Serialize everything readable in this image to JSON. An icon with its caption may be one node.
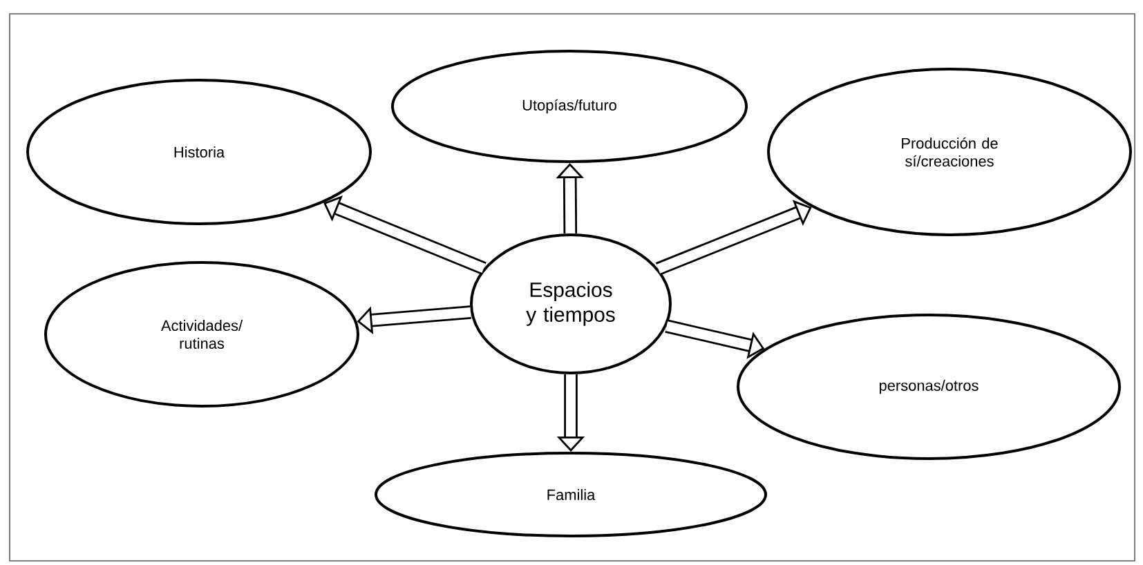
{
  "diagram": {
    "nodes": [
      {
        "text": [
          "Utopías/futuro"
        ]
      },
      {
        "text": [
          "Historia"
        ]
      },
      {
        "text": [
          "Producción de sí/creaciones"
        ]
      },
      {
        "text": [
          "Espacios y tiempos"
        ]
      },
      {
        "text": [
          "Actividades/ rutinas"
        ]
      },
      {
        "text": [
          "personas/otros"
        ]
      },
      {
        "text": [
          "Familia"
        ]
      }
    ],
    "edges": [
      {
        "from": 3,
        "to": 0,
        "arrow": "to"
      },
      {
        "from": 3,
        "to": 1,
        "arrow": "to"
      },
      {
        "from": 3,
        "to": 2,
        "arrow": "to"
      },
      {
        "from": 3,
        "to": 4,
        "arrow": "to"
      },
      {
        "from": 3,
        "to": 5,
        "arrow": "to"
      },
      {
        "from": 3,
        "to": 6,
        "arrow": "to"
      }
    ]
  }
}
